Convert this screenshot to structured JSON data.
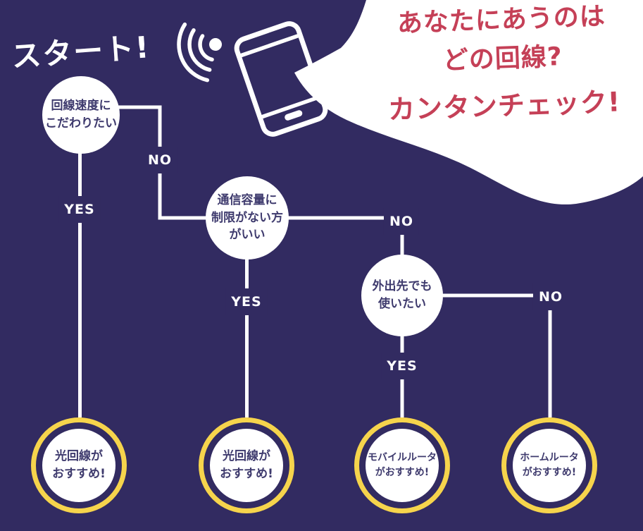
{
  "colors": {
    "background": "#322B61",
    "bubble_text_red": "#C54057",
    "ring_yellow": "#F6D44C",
    "node_text_navy": "#3F3B6E",
    "line_white": "#FFFFFF"
  },
  "start_label": "スタート!",
  "bubble": {
    "lines": [
      "あなたにあうのは",
      "どの回線?",
      "カンタンチェック!"
    ]
  },
  "icons": {
    "wifi": "wifi-signal-icon",
    "smartphone": "smartphone-icon",
    "bubble_shape": "speech-bubble"
  },
  "flow": {
    "labels": {
      "yes": "YES",
      "no": "NO"
    },
    "questions": [
      {
        "lines": [
          "回線速度に",
          "こだわりたい"
        ]
      },
      {
        "lines": [
          "通信容量に",
          "制限がない方",
          "がいい"
        ]
      },
      {
        "lines": [
          "外出先でも",
          "使いたい"
        ]
      }
    ],
    "results": [
      {
        "lines": [
          "光回線が",
          "おすすめ!"
        ]
      },
      {
        "lines": [
          "光回線が",
          "おすすめ!"
        ]
      },
      {
        "lines": [
          "モバイルルータ",
          "がおすすめ!"
        ]
      },
      {
        "lines": [
          "ホームルータ",
          "がおすすめ!"
        ]
      }
    ]
  }
}
